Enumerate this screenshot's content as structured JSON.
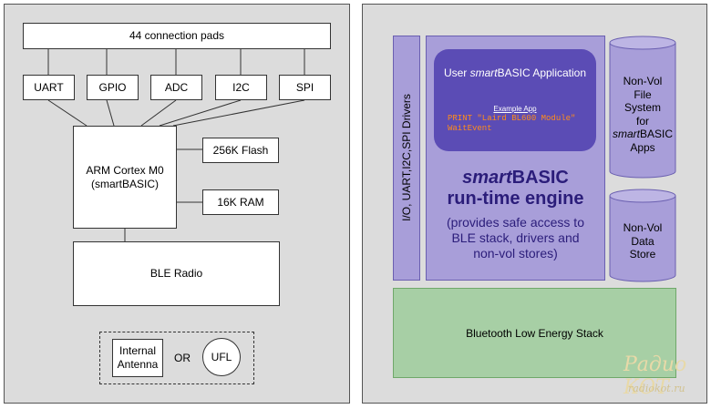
{
  "left": {
    "connection_pads": "44 connection pads",
    "interfaces": [
      "UART",
      "GPIO",
      "ADC",
      "I2C",
      "SPI"
    ],
    "cpu_line1": "ARM Cortex M0",
    "cpu_line2": "(smartBASIC)",
    "flash": "256K Flash",
    "ram": "16K RAM",
    "radio": "BLE Radio",
    "antenna_line1": "Internal",
    "antenna_line2": "Antenna",
    "or": "OR",
    "ufl": "UFL"
  },
  "right": {
    "drivers": "I/O, UART,I2C,SPI Drivers",
    "app_title_pre": "User ",
    "app_title_em": "smart",
    "app_title_post": "BASIC Application",
    "example_label": "Example App",
    "code_line1": "PRINT \"Laird BL600 Module\"",
    "code_line2": "WaitEvent",
    "engine_em": "smart",
    "engine_rest": "BASIC",
    "engine_line2": "run-time engine",
    "engine_desc1": "(provides safe access to",
    "engine_desc2": "BLE stack, drivers and",
    "engine_desc3": "non-vol stores)",
    "fs_line1": "Non-Vol",
    "fs_line2": "File",
    "fs_line3": "System",
    "fs_line4": "for",
    "fs_line5_em": "smart",
    "fs_line5_rest": "BASIC",
    "fs_line6": "Apps",
    "ds_line1": "Non-Vol",
    "ds_line2": "Data",
    "ds_line3": "Store",
    "stack": "Bluetooth Low Energy Stack"
  },
  "watermark": {
    "title": "Радио КОТ",
    "url": "radiokot.ru"
  }
}
